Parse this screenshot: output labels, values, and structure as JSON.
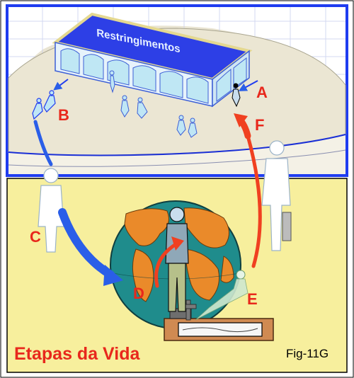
{
  "building": {
    "label": "Restringimentos"
  },
  "labels": {
    "a": "A",
    "b": "B",
    "c": "C",
    "d": "D",
    "e": "E",
    "f": "F"
  },
  "panel": {
    "title": "Etapas da Vida"
  },
  "figure": {
    "ref": "Fig-11G"
  },
  "colors": {
    "top_panel_bg": "#ebe6d3",
    "top_panel_frame": "#1f3cf0",
    "bottom_panel_bg": "#f7ef9d",
    "label_red": "#e8281c",
    "arrow_blue": "#2a5ee8",
    "arrow_red": "#f04020",
    "globe_ocean": "#1f8c8c",
    "globe_land": "#ea8a2a"
  }
}
